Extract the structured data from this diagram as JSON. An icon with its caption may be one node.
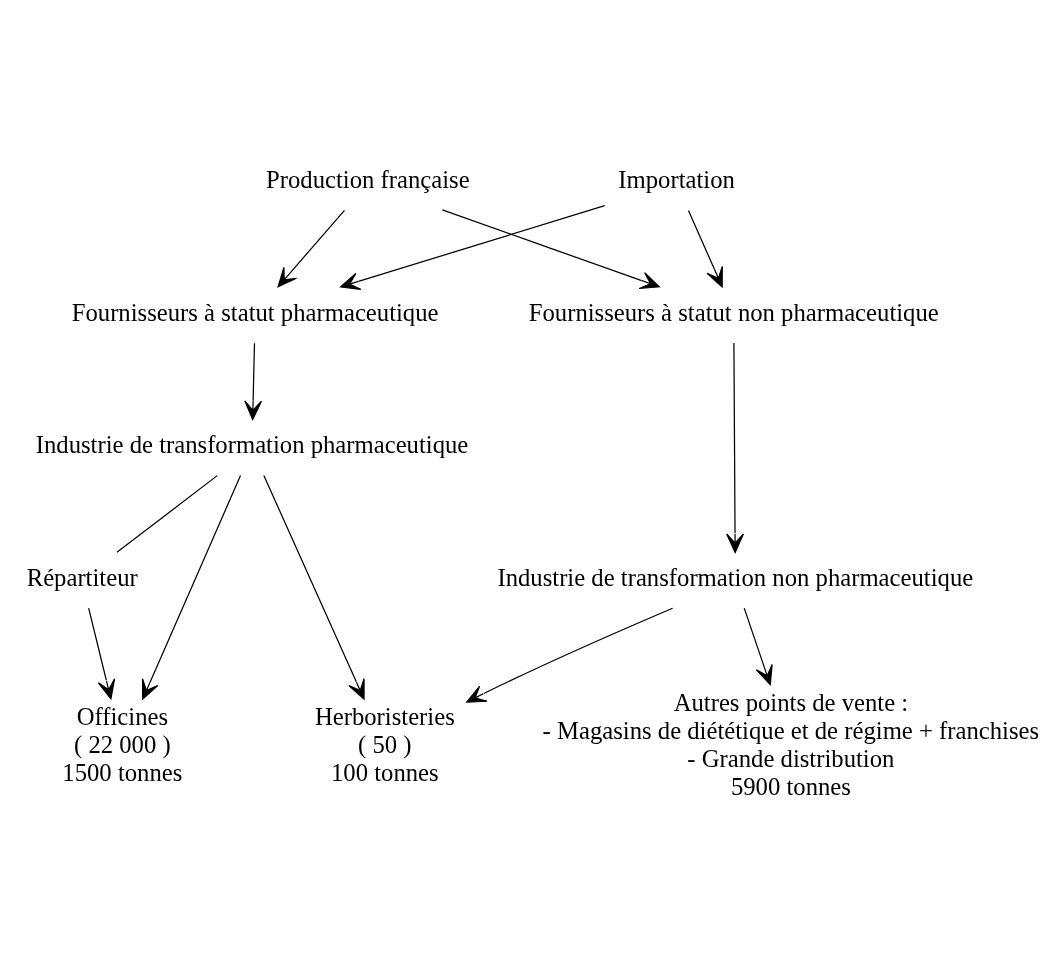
{
  "diagram": {
    "nodes": [
      {
        "text": [
          "Production française"
        ]
      },
      {
        "text": [
          "Importation"
        ]
      },
      {
        "text": [
          "Fournisseurs à statut pharmaceutique"
        ]
      },
      {
        "text": [
          "Fournisseurs à statut non pharmaceutique"
        ]
      },
      {
        "text": [
          "Industrie de transformation pharmaceutique"
        ]
      },
      {
        "text": [
          "Industrie de transformation non pharmaceutique"
        ]
      },
      {
        "text": [
          "Répartiteur"
        ]
      },
      {
        "text": [
          "Officines"
        ],
        "beside": [
          "( 22 000 )",
          "1500 tonnes"
        ]
      },
      {
        "text": [
          "Herboristeries"
        ],
        "beside": [
          "( 50 )",
          "100 tonnes"
        ]
      },
      {
        "text": [
          "Autres points de vente :"
        ],
        "beside": [
          "- Magasins de diététique et de régime + franchises",
          "- Grande distribution",
          "5900 tonnes"
        ]
      }
    ],
    "edges": [
      {
        "from": 0,
        "to": 2,
        "arrow": "to"
      },
      {
        "from": 0,
        "to": 3,
        "arrow": "to"
      },
      {
        "from": 1,
        "to": 2,
        "arrow": "to"
      },
      {
        "from": 1,
        "to": 3,
        "arrow": "to"
      },
      {
        "from": 2,
        "to": 4,
        "arrow": "to"
      },
      {
        "from": 3,
        "to": 5,
        "arrow": "to"
      },
      {
        "from": 4,
        "to": 7,
        "arrow": "to"
      },
      {
        "from": 4,
        "to": 6,
        "arrow": "none"
      },
      {
        "from": 6,
        "to": 7,
        "arrow": "to"
      },
      {
        "from": 4,
        "to": 8,
        "arrow": "to"
      },
      {
        "from": 5,
        "to": 8,
        "arrow": "to"
      },
      {
        "from": 5,
        "to": 9,
        "arrow": "to"
      }
    ]
  }
}
